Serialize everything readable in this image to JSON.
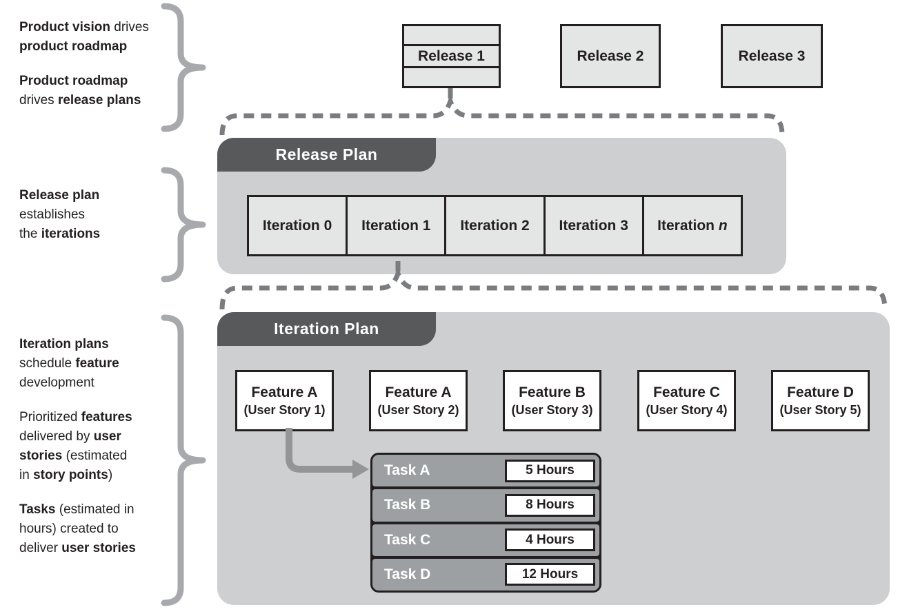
{
  "colors": {
    "ink": "#231f20",
    "panel": "#cdcfd0",
    "box_fill": "#e4e5e5",
    "dark_header": "#58595b",
    "task_row": "#9da0a2",
    "brace": "#a7a9ac",
    "dashed": "#7a7c7f",
    "arrow": "#939597"
  },
  "annotations": {
    "product": {
      "paragraphs": [
        [
          {
            "t": "Product vision",
            "b": true
          },
          {
            "t": " drives"
          },
          {
            "br": true
          },
          {
            "t": "product roadmap",
            "b": true
          }
        ],
        [
          {
            "t": "Product roadmap",
            "b": true
          },
          {
            "br": true
          },
          {
            "t": "drives "
          },
          {
            "t": "release plans",
            "b": true
          }
        ]
      ]
    },
    "release": {
      "paragraphs": [
        [
          {
            "t": "Release plan",
            "b": true
          },
          {
            "br": true
          },
          {
            "t": "establishes"
          },
          {
            "br": true
          },
          {
            "t": "the "
          },
          {
            "t": "iterations",
            "b": true
          }
        ]
      ]
    },
    "iteration": {
      "paragraphs": [
        [
          {
            "t": "Iteration plans",
            "b": true
          },
          {
            "br": true
          },
          {
            "t": "schedule "
          },
          {
            "t": "feature",
            "b": true
          },
          {
            "br": true
          },
          {
            "t": "development"
          }
        ],
        [
          {
            "t": "Prioritized "
          },
          {
            "t": "features",
            "b": true
          },
          {
            "br": true
          },
          {
            "t": "delivered by "
          },
          {
            "t": "user",
            "b": true
          },
          {
            "br": true
          },
          {
            "t": "stories",
            "b": true
          },
          {
            "t": " (estimated"
          },
          {
            "br": true
          },
          {
            "t": "in "
          },
          {
            "t": "story points",
            "b": true
          },
          {
            "t": ")"
          }
        ],
        [
          {
            "t": "Tasks",
            "b": true
          },
          {
            "t": " (estimated in"
          },
          {
            "br": true
          },
          {
            "t": "hours) created to"
          },
          {
            "br": true
          },
          {
            "t": "deliver "
          },
          {
            "t": "user stories",
            "b": true
          }
        ]
      ]
    }
  },
  "releases": [
    {
      "label": "Release 1"
    },
    {
      "label": "Release 2"
    },
    {
      "label": "Release 3"
    }
  ],
  "release_plan": {
    "title": "Release Plan",
    "iterations": [
      "Iteration 0",
      "Iteration 1",
      "Iteration 2",
      "Iteration 3"
    ],
    "iteration_n_prefix": "Iteration ",
    "iteration_n_char": "n"
  },
  "iteration_plan": {
    "title": "Iteration Plan",
    "features": [
      {
        "feature": "Feature A",
        "story": "(User Story 1)"
      },
      {
        "feature": "Feature A",
        "story": "(User Story 2)"
      },
      {
        "feature": "Feature B",
        "story": "(User Story 3)"
      },
      {
        "feature": "Feature C",
        "story": "(User Story 4)"
      },
      {
        "feature": "Feature D",
        "story": "(User Story 5)"
      }
    ],
    "tasks": [
      {
        "name": "Task A",
        "hours": "5 Hours"
      },
      {
        "name": "Task B",
        "hours": "8 Hours"
      },
      {
        "name": "Task C",
        "hours": "4 Hours"
      },
      {
        "name": "Task D",
        "hours": "12 Hours"
      }
    ]
  }
}
